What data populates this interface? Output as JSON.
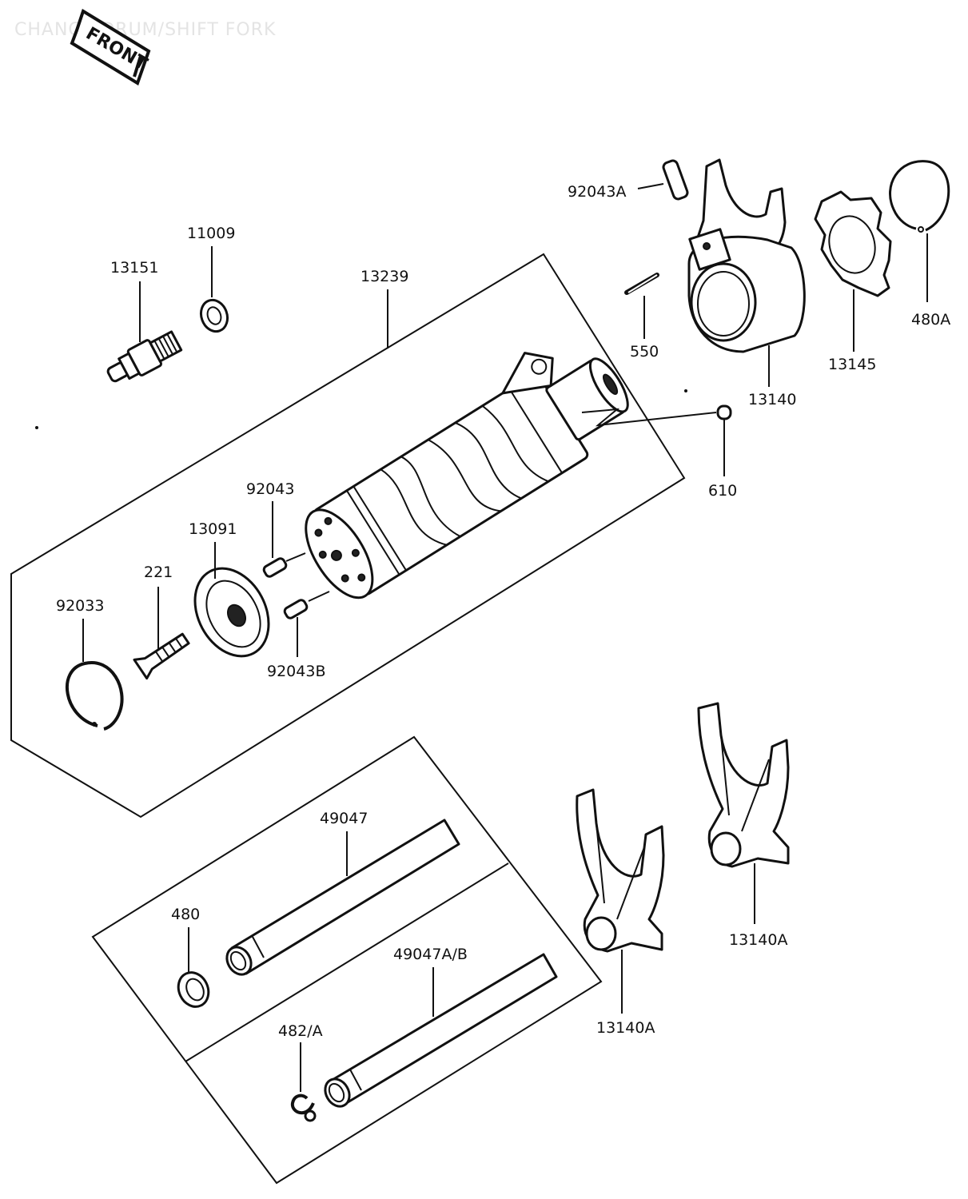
{
  "title": "CHANGE DRUM/SHIFT FORK",
  "front_marker": "FRONT",
  "parts": {
    "p13151": "13151",
    "p11009": "11009",
    "p13239": "13239",
    "p92043A": "92043A",
    "p550": "550",
    "p13140": "13140",
    "p13145": "13145",
    "p480A": "480A",
    "p610": "610",
    "p92043": "92043",
    "p13091": "13091",
    "p221": "221",
    "p92033": "92033",
    "p92043B": "92043B",
    "p49047": "49047",
    "p480": "480",
    "p49047AB": "49047A/B",
    "p482A": "482/A",
    "p13140A_1": "13140A",
    "p13140A_2": "13140A"
  }
}
